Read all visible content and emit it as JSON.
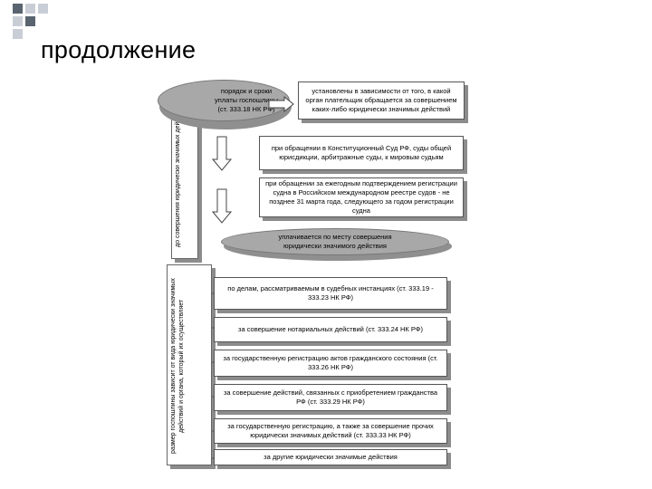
{
  "page": {
    "title": "продолжение"
  },
  "top_section": {
    "side_label": "до совершения юридически значимых действий",
    "ellipse_text": "порядок и сроки уплаты госпошлины (ст. 333.18 НК РФ)",
    "right_box": "установлены в зависимости от того, в какой орган плательщик обращается за совершением каких-либо юридически значимых действий",
    "boxes": [
      "при обращении в Конституционный Суд РФ, суды общей юрисдикции, арбитражные суды, к мировым судьям",
      "при обращении за ежегодным подтверждением регистрации судна в Российском международном реестре судов - не позднее 31 марта года, следующего за годом регистрации судна"
    ],
    "bottom_ellipse": "уплачивается по месту совершения юридически значимого действия"
  },
  "bottom_section": {
    "side_label": "размер госпошлины зависит от вида юридически значимых действий и органа, который их осуществляет",
    "boxes": [
      "по делам, рассматриваемым в судебных инстанциях (ст. 333.19 - 333.23 НК РФ)",
      "за совершение нотариальных действий (ст. 333.24 НК РФ)",
      "за государственную регистрацию актов гражданского состояния (ст. 333.26 НК РФ)",
      "за совершение действий, связанных с приобретением гражданства РФ (ст. 333.29 НК РФ)",
      "за государственную регистрацию, а также за совершение прочих юридически значимых действий (ст. 333.33 НК РФ)",
      "за другие юридически значимые действия"
    ]
  },
  "colors": {
    "corner_dark": "#5a6470",
    "corner_light": "#c9ced6",
    "ellipse_gray": "#9e9e9e",
    "shadow": "#8c8c8c"
  }
}
